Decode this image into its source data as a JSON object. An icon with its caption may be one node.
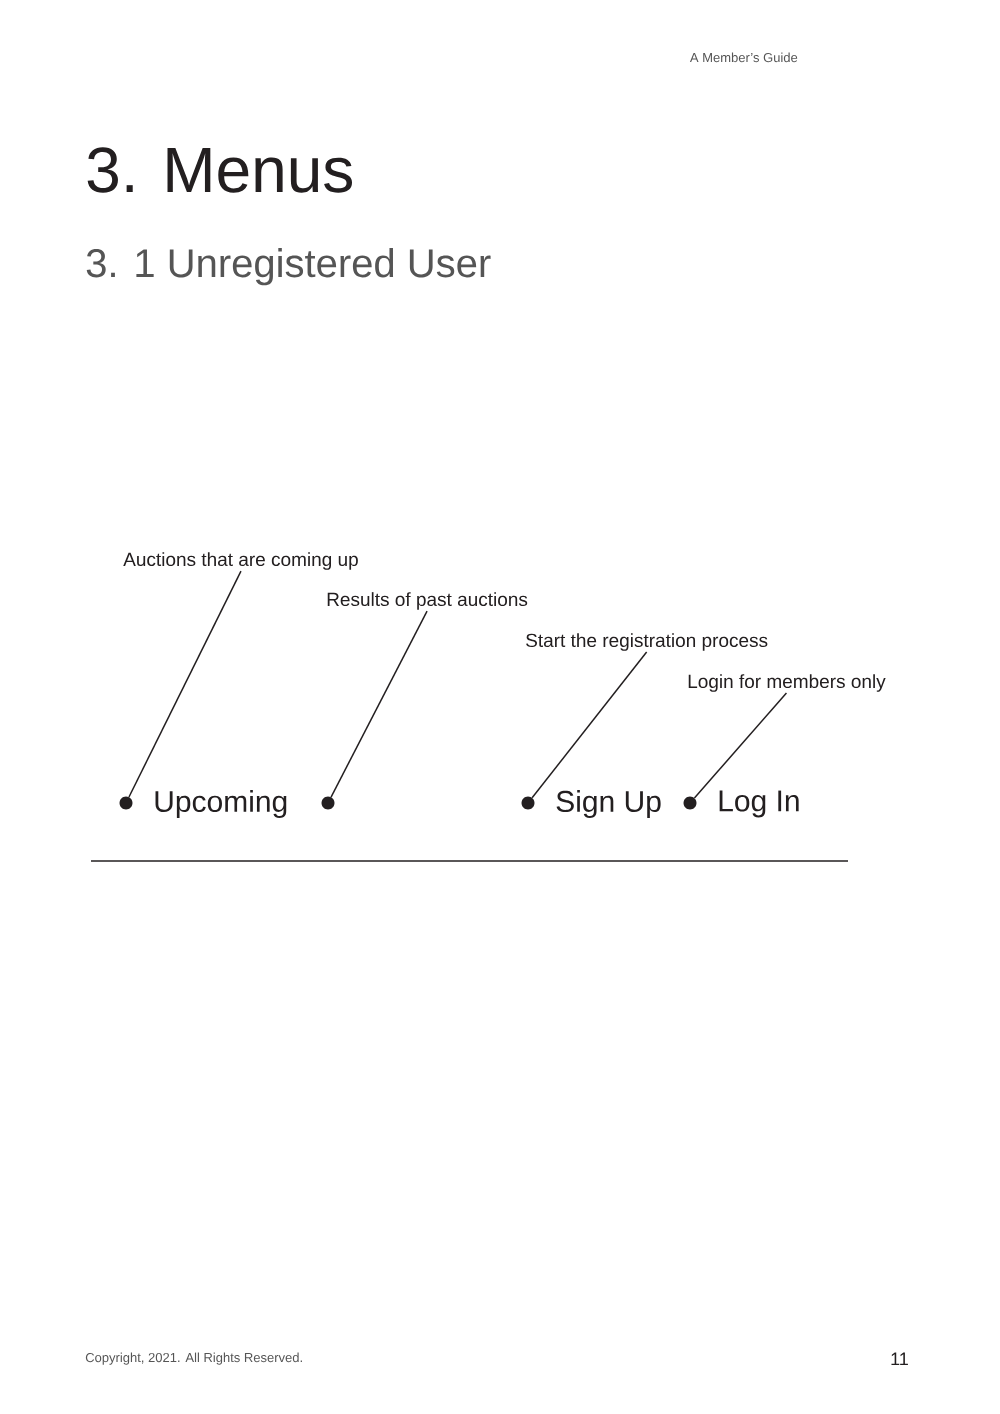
{
  "diagram": {
    "title": "3. Menus",
    "nodes": [
      {
        "text": [
          "Auctions that are coming up"
        ]
      },
      {
        "text": [
          "Results of past auctions"
        ]
      },
      {
        "text": [
          "Start the registration process"
        ]
      },
      {
        "text": [
          "Login for members only"
        ]
      },
      {
        "text": [],
        "shape": "circle",
        "beside": [
          "Upcoming"
        ]
      },
      {
        "text": [],
        "shape": "circle"
      },
      {
        "text": [],
        "shape": "circle",
        "beside": [
          "Sign Up"
        ]
      },
      {
        "text": [],
        "shape": "circle",
        "beside": [
          "Log In"
        ]
      }
    ],
    "edges": [
      {
        "from": 0,
        "to": 4,
        "arrow": "none"
      },
      {
        "from": 1,
        "to": 5,
        "arrow": "none"
      },
      {
        "from": 2,
        "to": 6,
        "arrow": "none"
      },
      {
        "from": 3,
        "to": 7,
        "arrow": "none"
      }
    ],
    "labels": [
      "A Member’s Guide",
      "3. 1 Unregistered User",
      "Copyright, 2021. All Rights Reserved.",
      "11"
    ]
  }
}
